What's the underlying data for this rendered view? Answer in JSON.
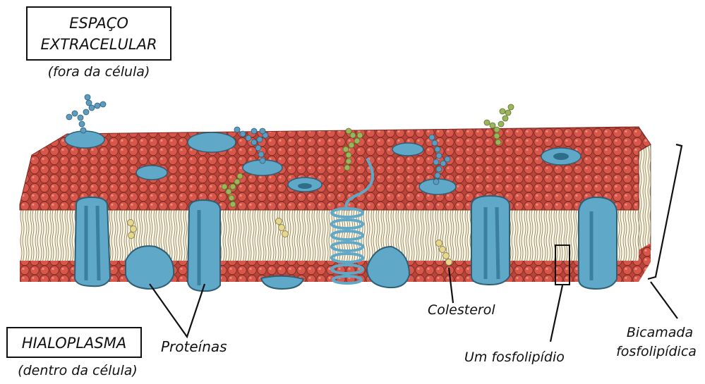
{
  "labels": {
    "extracellular_line1": "ESPAÇO",
    "extracellular_line2": "EXTRACELULAR",
    "extracellular_sub": "(fora da célula)",
    "hyaloplasm": "HIALOPLASMA",
    "hyaloplasm_sub": "(dentro da célula)",
    "proteins": "Proteínas",
    "cholesterol": "Colesterol",
    "phospholipid": "Um fosfolipídio",
    "bilayer_line1": "Bicamada",
    "bilayer_line2": "fosfolipídica"
  },
  "colors": {
    "phospholipid_head": "#d9564a",
    "head_outline": "#7a2a22",
    "protein": "#5fa8c8",
    "protein_dark": "#3b7f9f",
    "tail": "#c9b98a",
    "cholesterol": "#e8d98a",
    "carb_blue": "#5b9cc0",
    "carb_green": "#9bb55a",
    "ink": "#111111"
  }
}
